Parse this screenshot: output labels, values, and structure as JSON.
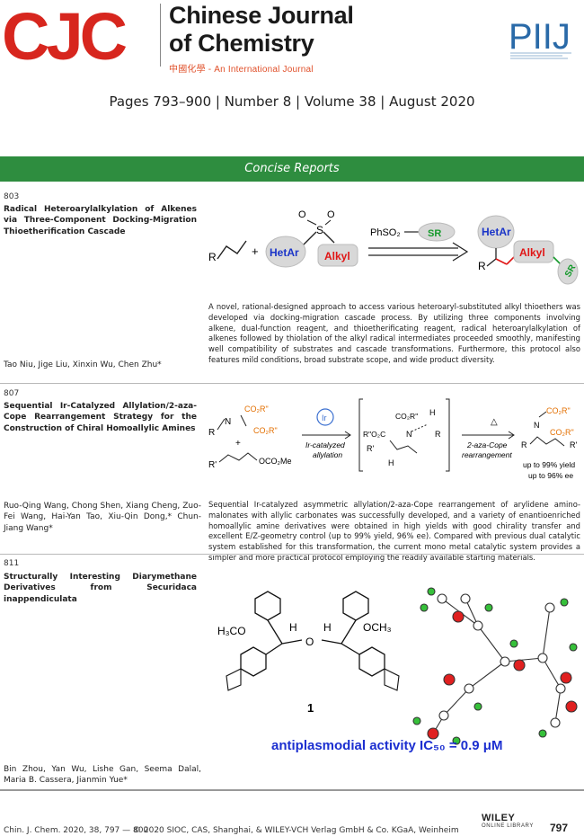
{
  "header": {
    "logo_text": "CJC",
    "journal_line1": "Chinese Journal",
    "journal_line2": "of Chemistry",
    "subtitle": "中國化學 - An International Journal",
    "piij_logo": "PIIJ",
    "issue_line": "Pages 793–900 | Number 8 | Volume 38 | August 2020"
  },
  "section": {
    "title": "Concise Reports"
  },
  "articles": [
    {
      "page": "803",
      "title": "Radical Heteroarylalkylation of Alkenes via Three-Component Docking-Migration Thioetherification Cascade",
      "authors": "Tao Niu, Jige Liu, Xinxin Wu, Chen Zhu*",
      "abstract": "A novel, rational-designed approach to access various heteroaryl-substituted alkyl thioethers was developed via docking-migration cascade process. By utilizing three components involving alkene, dual-function reagent, and thioetherificating reagent, radical heteroarylalkylation of alkenes followed by thiolation of the alkyl radical intermediates proceeded smoothly, manifesting well compatibility of substrates and cascade transformations. Furthermore, this protocol also features mild conditions, broad substrate scope, and wide product diversity.",
      "scheme": {
        "r": "R",
        "plus": "+",
        "hetar": "HetAr",
        "alkyl": "Alkyl",
        "s": "S",
        "o1": "O",
        "o2": "O",
        "reagent": "PhSO₂",
        "sr": "SR",
        "p_hetar": "HetAr",
        "p_alkyl": "Alkyl",
        "p_sr": "SR",
        "p_r": "R"
      }
    },
    {
      "page": "807",
      "title": "Sequential Ir-Catalyzed Allylation/2-aza-Cope Rearrangement Strategy for the Construction of Chiral Homoallylic Amines",
      "authors": "Ruo-Qing Wang, Chong Shen, Xiang Cheng, Zuo-Fei Wang, Hai-Yan Tao, Xiu-Qin Dong,* Chun-Jiang Wang*",
      "abstract": "Sequential Ir-catalyzed asymmetric allylation/2-aza-Cope rearrangement of arylidene amino-malonates with allylic carbonates was successfully developed, and a variety of enantioenriched homoallylic amine derivatives were obtained in high yields with good chirality transfer and excellent E/Z-geometry control (up to 99% yield, 96% ee). Compared with previous dual catalytic system established for this transformation, the current mono metal catalytic system provides a simpler and more practical protocol employing the readily available starting materials.",
      "scheme": {
        "co2r1": "CO₂R\"",
        "co2r2": "CO₂R\"",
        "n": "N",
        "r": "R",
        "plus": "+",
        "rprime": "R'",
        "oco2me": "OCO₂Me",
        "ir": "Ir",
        "step1_line1": "Ir-catalyzed",
        "step1_line2": "allylation",
        "mid_co2r": "CO₂R\"",
        "mid_r2o2c": "R\"O₂C",
        "mid_n": "N",
        "mid_h": "H",
        "mid_r": "R",
        "mid_rp": "R'",
        "mid_h2": "H",
        "delta": "△",
        "step2_line1": "2-aza-Cope",
        "step2_line2": "rearrangement",
        "p_co2r1": "CO₂R\"",
        "p_co2r2": "CO₂R\"",
        "p_n": "N",
        "p_r": "R",
        "p_rp": "R'",
        "yield": "up to 99% yield",
        "ee": "up to 96% ee"
      }
    },
    {
      "page": "811",
      "title": "Structurally Interesting Diarymethane Derivatives from Securidaca inappendiculata",
      "authors": "Bin Zhou, Yan Wu, Lishe Gan, Seema Dalal, Maria B. Cassera, Jianmin Yue*",
      "scheme": {
        "h3co": "H₃CO",
        "och3": "OCH₃",
        "h1": "H",
        "h2": "H",
        "o": "O",
        "compound": "1",
        "activity": "antiplasmodial activity IC₅₀ = 0.9 μM"
      }
    }
  ],
  "footer": {
    "citation": "Chin. J. Chem. 2020, 38, 797 — 800",
    "copyright": "© 2020 SIOC, CAS, Shanghai, & WILEY-VCH Verlag GmbH & Co. KGaA, Weinheim",
    "wiley_line1": "WILEY",
    "wiley_line2": "ONLINE LIBRARY",
    "page_number": "797"
  },
  "colors": {
    "cjc_red": "#d7261e",
    "band_green": "#2e8d3f",
    "piij_blue": "#2a6aa8",
    "activity_blue": "#1c2fd0"
  }
}
